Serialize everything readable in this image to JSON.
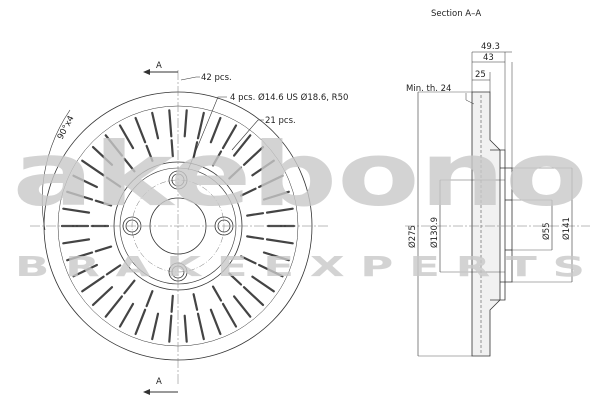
{
  "section_title": "Section A–A",
  "cut_marker": "A",
  "front_view": {
    "labels": {
      "vanes": "42 pcs.",
      "holes": "4 pcs. Ø14.6 US Ø18.6, R50",
      "small": "21 pcs.",
      "angle": "90°x4"
    },
    "counts": {
      "vanes": 42,
      "small_slots": 21,
      "bolt_holes": 4
    }
  },
  "section_view": {
    "dimensions": {
      "total_width": "49.3",
      "hat_height": "43",
      "rotor_thickness": "25",
      "min_thickness": "Min. th. 24",
      "outer_diameter": "Ø275",
      "bolt_circle": "Ø130.9",
      "center_bore": "Ø55",
      "hat_diameter": "Ø141"
    }
  },
  "watermark": {
    "brand": "akebono",
    "tagline": "B R A K E   E X P E R T S"
  }
}
